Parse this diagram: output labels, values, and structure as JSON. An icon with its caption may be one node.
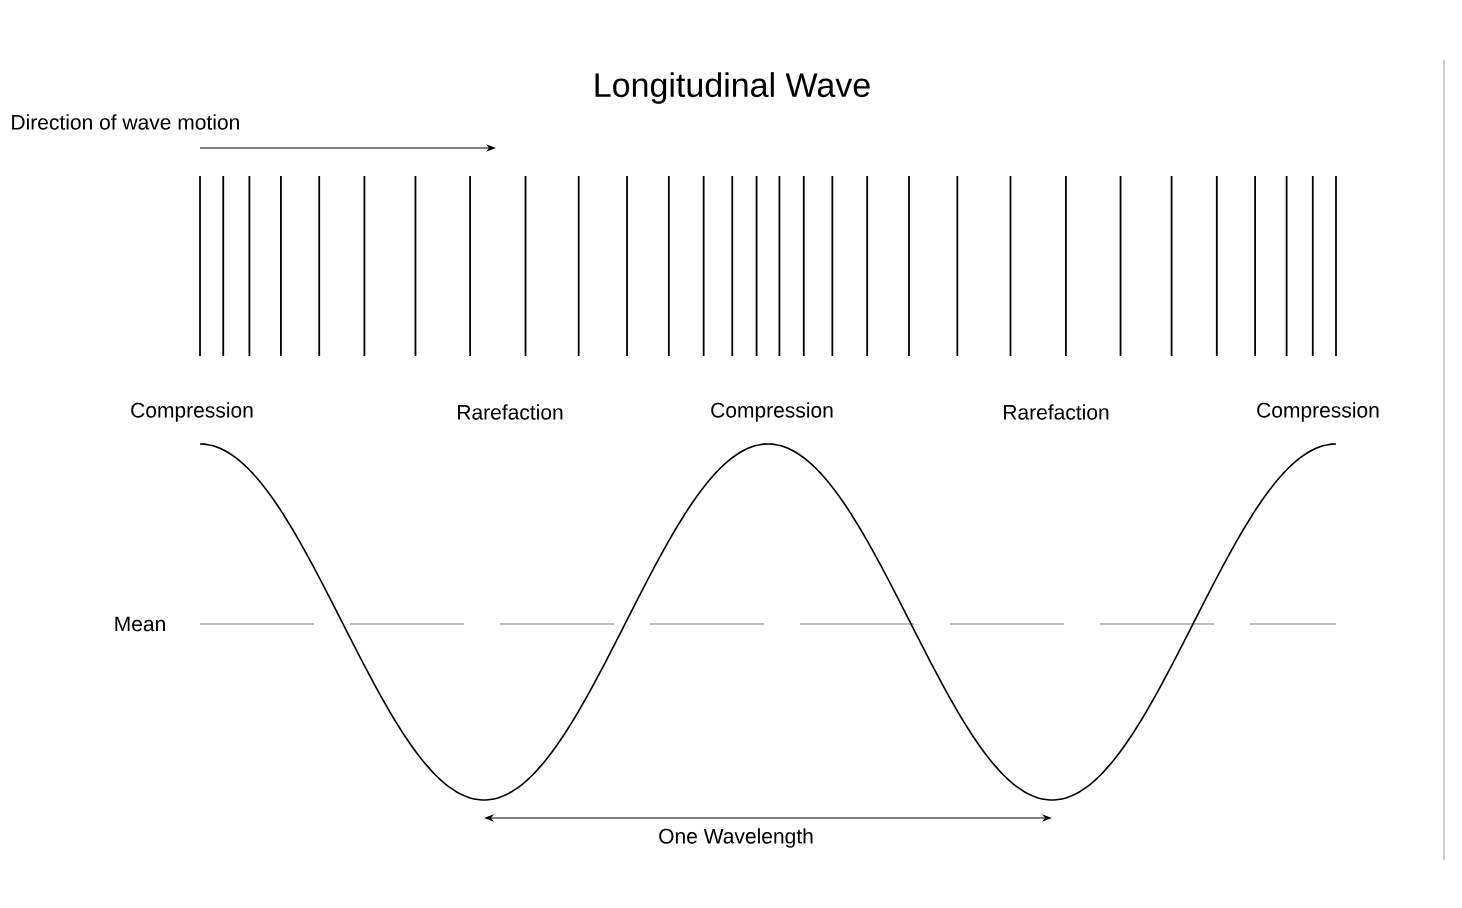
{
  "diagram": {
    "title": "Longitudinal Wave",
    "labels": [
      "Direction of wave motion",
      "Compression",
      "Rarefaction",
      "Compression",
      "Rarefaction",
      "Compression",
      "Mean",
      "One Wavelength"
    ]
  }
}
